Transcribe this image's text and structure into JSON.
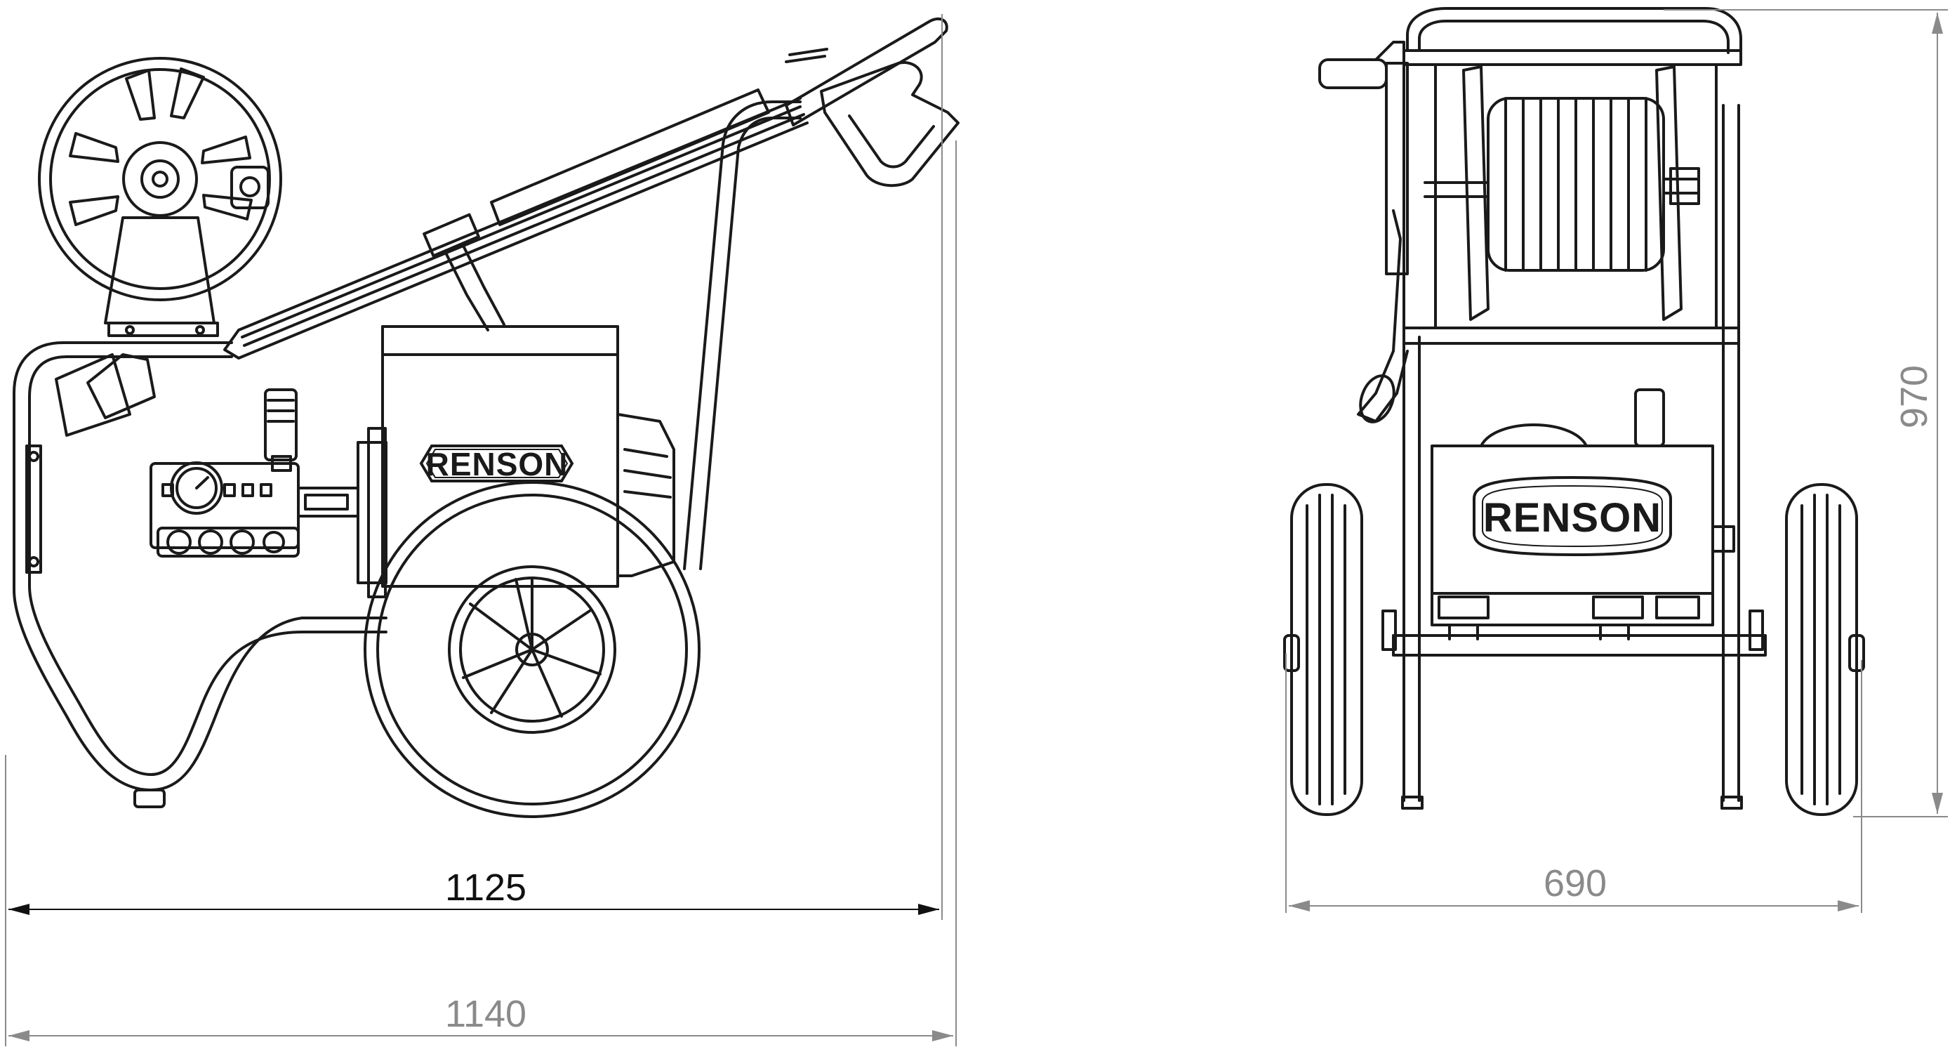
{
  "brand": "RENSON",
  "colors": {
    "line": "#1a1a1a",
    "dim_dark": "#111111",
    "dim_grey": "#8a8a8a",
    "background": "#ffffff"
  },
  "side_view": {
    "dimensions": {
      "inner_width": "1125",
      "outer_width": "1140"
    }
  },
  "front_view": {
    "dimensions": {
      "width": "690",
      "height": "970"
    }
  }
}
